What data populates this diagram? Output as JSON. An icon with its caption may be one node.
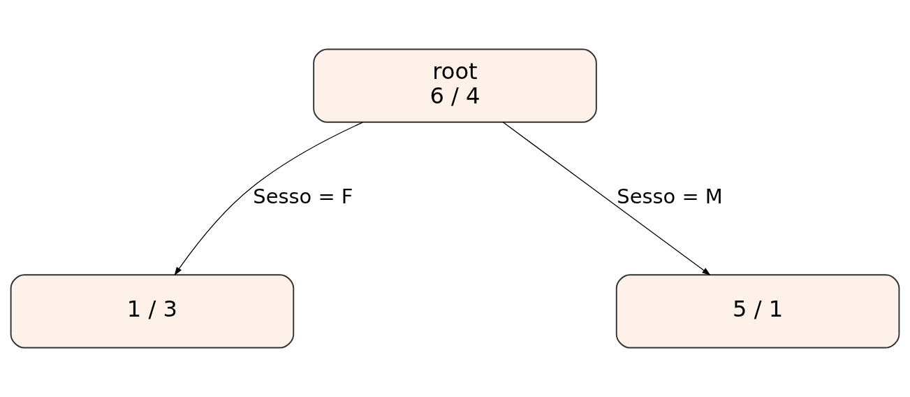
{
  "diagram": {
    "nodes": [
      {
        "text": [
          "root",
          "6 / 4"
        ]
      },
      {
        "text": [
          "1 / 3"
        ]
      },
      {
        "text": [
          "5 / 1"
        ]
      }
    ],
    "edges": [
      {
        "from": 0,
        "to": 1,
        "arrow": "to",
        "label": "Sesso = F"
      },
      {
        "from": 0,
        "to": 2,
        "arrow": "to",
        "label": "Sesso = M"
      }
    ]
  }
}
